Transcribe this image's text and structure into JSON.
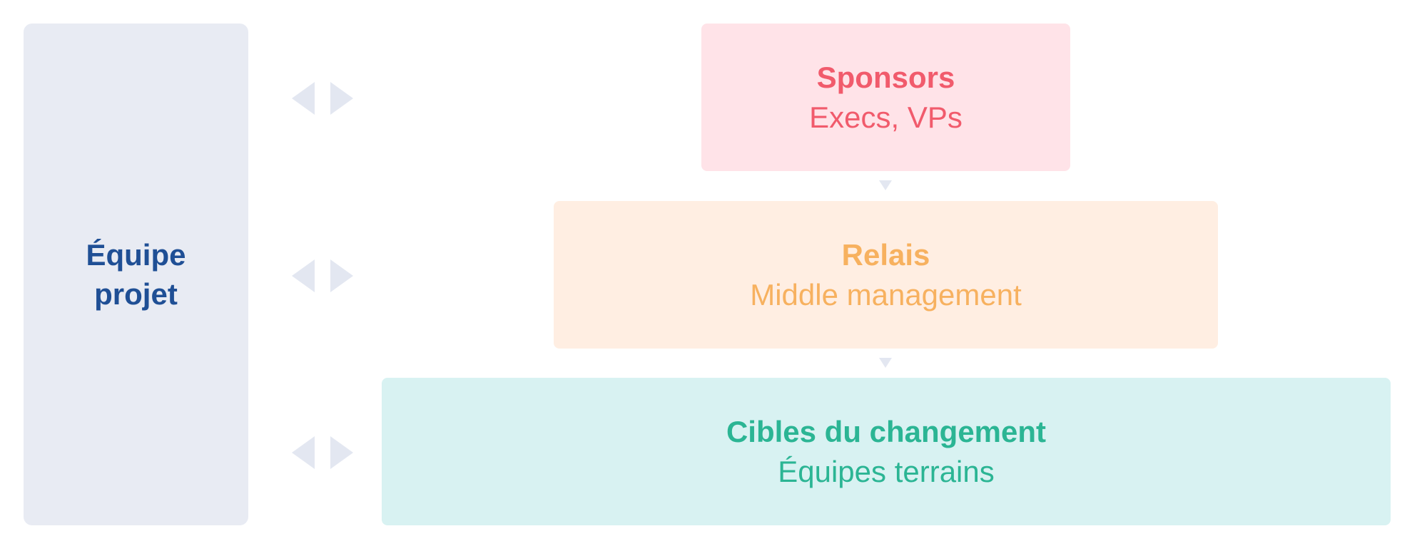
{
  "team": {
    "label": "Équipe\nprojet",
    "color": "#1f4f95",
    "background": "#e8ebf3"
  },
  "levels": [
    {
      "title": "Sponsors",
      "subtitle": "Execs, VPs",
      "text_color": "#f15b6c",
      "background": "#ffe3e8"
    },
    {
      "title": "Relais",
      "subtitle": "Middle management",
      "text_color": "#f7b15f",
      "background": "#ffeee2"
    },
    {
      "title": "Cibles du changement",
      "subtitle": "Équipes terrains",
      "text_color": "#2bb594",
      "background": "#d8f2f2"
    }
  ],
  "connector_color": "#e3e7f1",
  "icons": {
    "bidirectional": "left-right-triangles-icon",
    "cascade": "down-triangle-icon"
  }
}
